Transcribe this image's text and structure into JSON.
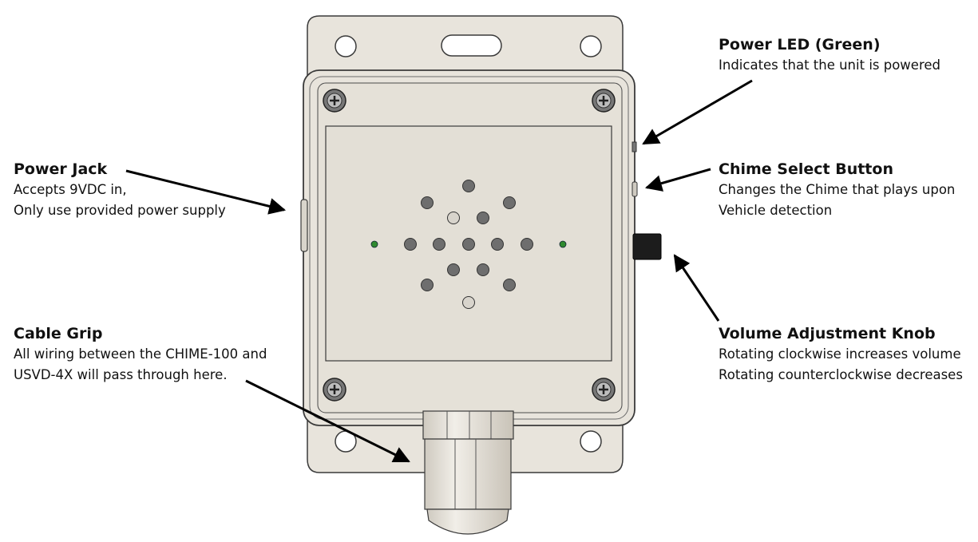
{
  "callouts": {
    "power_led": {
      "title": "Power LED (Green)",
      "lines": [
        "Indicates that the unit is powered"
      ]
    },
    "power_jack": {
      "title": "Power Jack",
      "lines": [
        "Accepts 9VDC in,",
        "Only use provided power supply"
      ]
    },
    "chime_select": {
      "title": "Chime Select Button",
      "lines": [
        "Changes the Chime that plays upon",
        "Vehicle detection"
      ]
    },
    "cable_grip": {
      "title": "Cable Grip",
      "lines": [
        "All wiring between the CHIME-100 and",
        "USVD-4X will pass through here."
      ]
    },
    "volume_knob": {
      "title": "Volume Adjustment Knob",
      "lines": [
        "Rotating clockwise increases volume",
        "Rotating counterclockwise decreases"
      ]
    }
  },
  "colors": {
    "enclosure_fill": "#e8e4dc",
    "enclosure_stroke": "#3a3a3a",
    "speaker_hole": "#6e6e6e",
    "led_green": "#2f8a2f",
    "knob": "#1c1c1c",
    "arrow": "#000000"
  }
}
